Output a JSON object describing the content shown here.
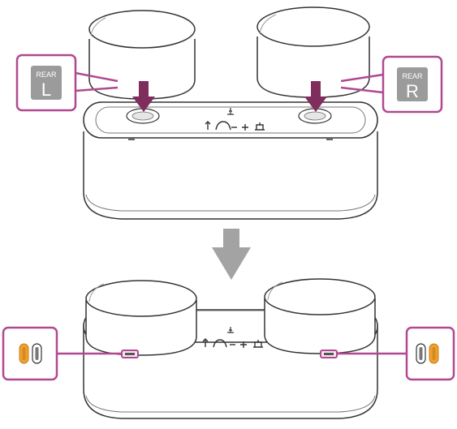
{
  "labels": {
    "rear_prefix": "REAR",
    "left_letter": "L",
    "right_letter": "R"
  },
  "icons": {
    "top_panel": [
      "usb-icon",
      "bluetooth-icon",
      "power-icon",
      "volume-minus-icon",
      "volume-plus-icon",
      "network-icon"
    ]
  },
  "colors": {
    "callout": "#b0498f",
    "arrow": "#7e2d5c",
    "gray_arrow": "#a3a3a3",
    "lamp_orange": "#f0a030",
    "label_gray": "#9b9b9b",
    "outline": "#333333"
  }
}
